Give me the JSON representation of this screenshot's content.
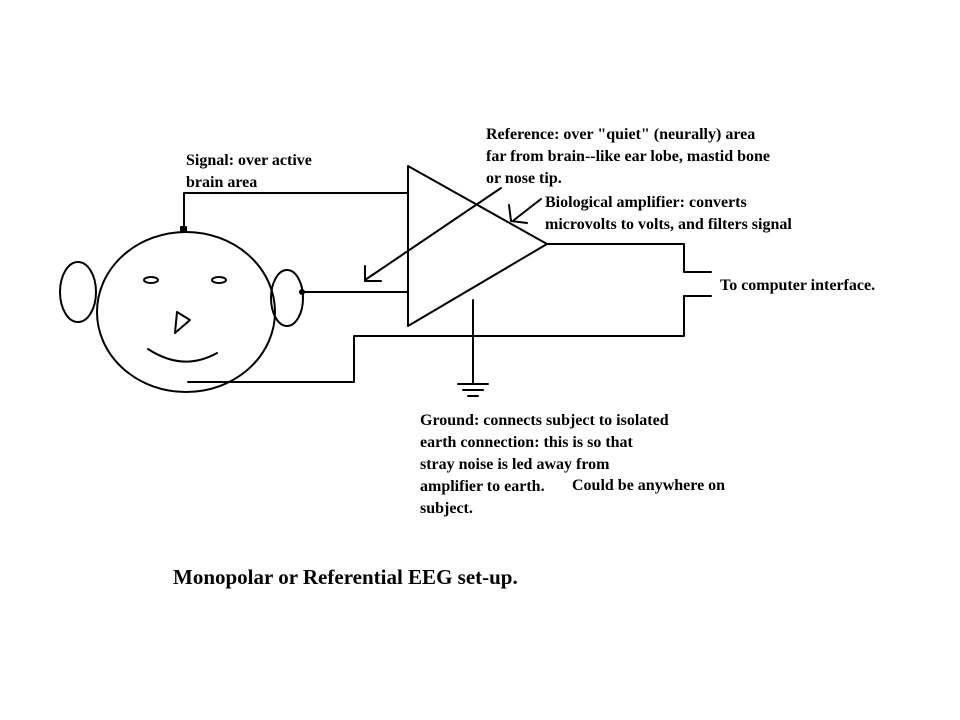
{
  "labels": {
    "signal": [
      "Signal: over active",
      "brain area"
    ],
    "reference": [
      "Reference: over \"quiet\" (neurally) area",
      "far from brain--like ear lobe, mastid bone",
      "or nose tip."
    ],
    "amplifier": [
      "Biological amplifier: converts",
      "microvolts to volts, and filters signal"
    ],
    "computer": "To computer interface.",
    "ground": [
      "Ground: connects subject to isolated",
      "earth connection: this is so that",
      "stray noise is led away from",
      "amplifier to earth."
    ],
    "ground_extra": [
      "Could be anywhere on",
      "subject."
    ]
  },
  "title": "Monopolar or Referential EEG set-up.",
  "colors": {
    "ink": "#000000",
    "background": "#ffffff"
  }
}
